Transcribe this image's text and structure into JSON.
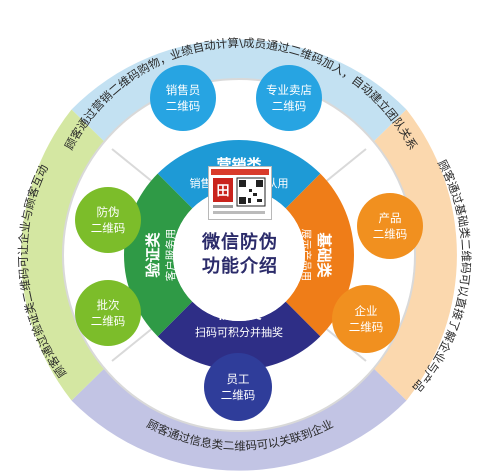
{
  "center": {
    "title_line1": "微信防伪",
    "title_line2": "功能介绍"
  },
  "segments": {
    "marketing": {
      "title": "营销类",
      "subtitle": "销售产品与组织队用"
    },
    "basic": {
      "title": "基础类",
      "subtitle": "展示产品用"
    },
    "points": {
      "title": "积分类",
      "subtitle": "扫码可积分并抽奖"
    },
    "verify": {
      "title": "验证类",
      "subtitle": "客户服务用"
    }
  },
  "outer_ring": {
    "top": "顾客通过营销二维码购物，业绩自动计算\\成员通过二维码加入，自动建立团队关系",
    "right": "顾客通过基础类二维码可以直接了解企业与产品",
    "bottom": "顾客通过信息类二维码可以关联到企业",
    "left": "顾客通过验证类二维码可让企业与顾客互动"
  },
  "bubbles": {
    "salesperson": [
      "销售员",
      "二维码"
    ],
    "store": [
      "专业卖店",
      "二维码"
    ],
    "product": [
      "产品",
      "二维码"
    ],
    "enterprise": [
      "企业",
      "二维码"
    ],
    "employee": [
      "员工",
      "二维码"
    ],
    "batch": [
      "批次",
      "二维码"
    ],
    "anticounterfeit": [
      "防伪",
      "二维码"
    ]
  },
  "colors": {
    "marketing": "#1e9ad6",
    "basic": "#ef7d18",
    "points": "#2e2e86",
    "verify": "#2f9a46",
    "ring_top": "#c3e1f2",
    "ring_right": "#fbd8ae",
    "ring_bottom": "#c2c4e4",
    "ring_left": "#d4e7a2",
    "bubble_blue": "#27a4e2",
    "bubble_orange": "#f1901f",
    "bubble_navy": "#2f3d9a",
    "bubble_green": "#7cbd2a"
  },
  "icons": [
    "qr-code-label-icon"
  ]
}
